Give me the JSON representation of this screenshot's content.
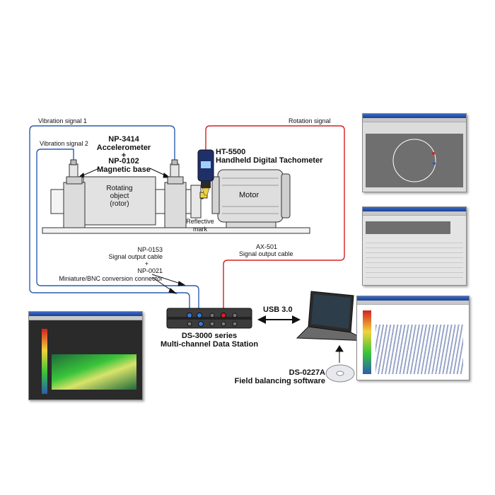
{
  "labels": {
    "vibration_signal_1": "Vibration signal 1",
    "vibration_signal_2": "Vibration signal 2",
    "rotation_signal": "Rotation signal",
    "accelerometer_model": "NP-3414",
    "accelerometer_name": "Accelerometer",
    "plus_1": "+",
    "magnetic_base_model": "NP-0102",
    "magnetic_base_name": "Magnetic base",
    "tachometer_model": "HT-5500",
    "tachometer_name": "Handheld Digital Tachometer",
    "rotating_object_line1": "Rotating",
    "rotating_object_line2": "object",
    "rotating_object_line3": "(rotor)",
    "motor": "Motor",
    "reflective_line1": "Reflective",
    "reflective_line2": "mark",
    "cable1_model": "NP-0153",
    "cable1_name": "Signal output cable",
    "plus_2": "+",
    "connector_model": "NP-0021",
    "connector_name": "Miniature/BNC conversion connector",
    "cable2_model": "AX-501",
    "cable2_name": "Signal output cable",
    "usb": "USB 3.0",
    "station_model": "DS-3000 series",
    "station_name": "Multi-channel Data Station",
    "software_model": "DS-0227A",
    "software_name": "Field balancing software"
  },
  "colors": {
    "vibration_wire": "#2a5db0",
    "rotation_wire": "#d42020"
  }
}
